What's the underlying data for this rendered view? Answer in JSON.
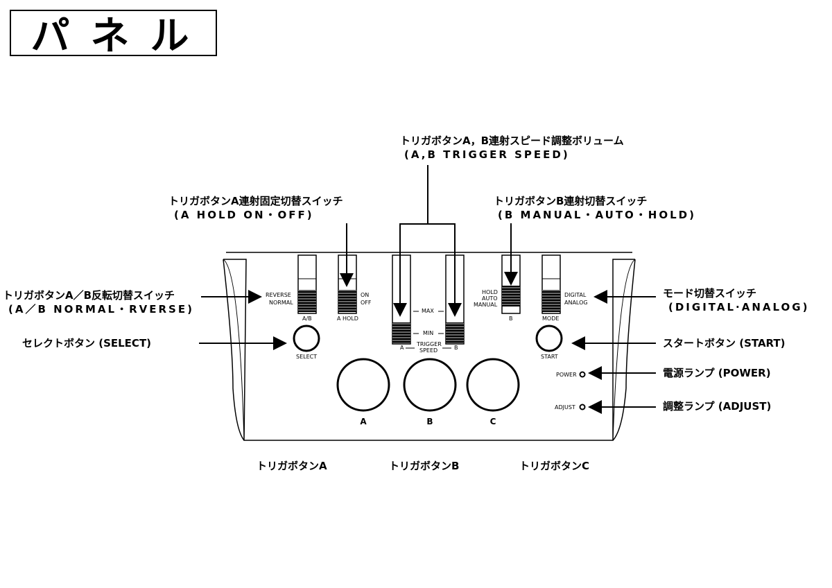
{
  "title": "パネル",
  "callouts": {
    "speed_ja": "トリガボタンA，B連射スピード調整ボリューム",
    "speed_en": "(A,B TRIGGER SPEED)",
    "ahold_ja": "トリガボタンA連射固定切替スイッチ",
    "ahold_en": "(A HOLD  ON・OFF)",
    "bmode_ja": "トリガボタンB連射切替スイッチ",
    "bmode_en": "(B MANUAL・AUTO・HOLD)",
    "ab_ja": "トリガボタンA／B反転切替スイッチ",
    "ab_en": "(A／B NORMAL・RVERSE)",
    "mode_ja": "モード切替スイッチ",
    "mode_en": "(DIGITAL·ANALOG)",
    "select": "セレクトボタン (SELECT)",
    "start": "スタートボタン (START)",
    "power": "電源ランプ (POWER)",
    "adjust": "調整ランプ (ADJUST)"
  },
  "panel": {
    "reverse": "REVERSE",
    "normal": "NORMAL",
    "ab": "A/B",
    "on": "ON",
    "off": "OFF",
    "ahold": "A HOLD",
    "max": "MAX",
    "min": "MIN",
    "a": "A",
    "b": "B",
    "trigger": "TRIGGER",
    "speed": "SPEED",
    "hold": "HOLD",
    "auto": "AUTO",
    "manual": "MANUAL",
    "b_switch": "B",
    "digital": "DIGITAL",
    "analog": "ANALOG",
    "mode": "MODE",
    "select": "SELECT",
    "start": "START",
    "power": "POWER",
    "adjust": "ADJUST",
    "btn_a": "A",
    "btn_b": "B",
    "btn_c": "C"
  },
  "captions": {
    "trig_a": "トリガボタンA",
    "trig_b": "トリガボタンB",
    "trig_c": "トリガボタンC"
  }
}
